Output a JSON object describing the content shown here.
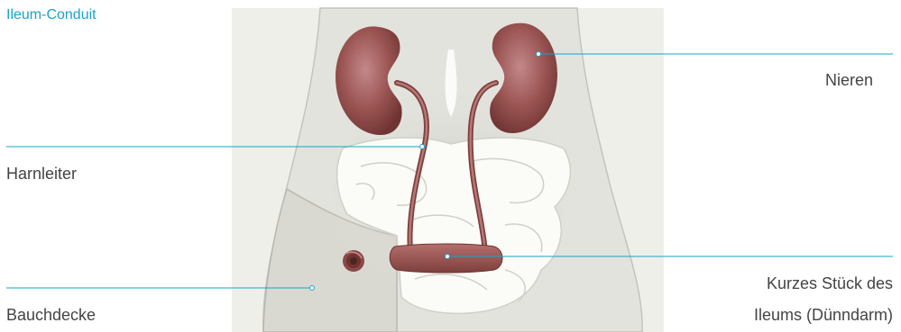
{
  "title": "Ileum-Conduit",
  "labels": {
    "kidneys": "Nieren",
    "ureter": "Harnleiter",
    "abdominal_wall": "Bauchdecke",
    "ileum_line1": "Kurzes Stück des",
    "ileum_line2": "Ileums (Dünndarm)"
  },
  "colors": {
    "accent": "#1aa3c8",
    "organ": "#9b5553",
    "body": "#e3e3dd",
    "label_text": "#444444"
  }
}
